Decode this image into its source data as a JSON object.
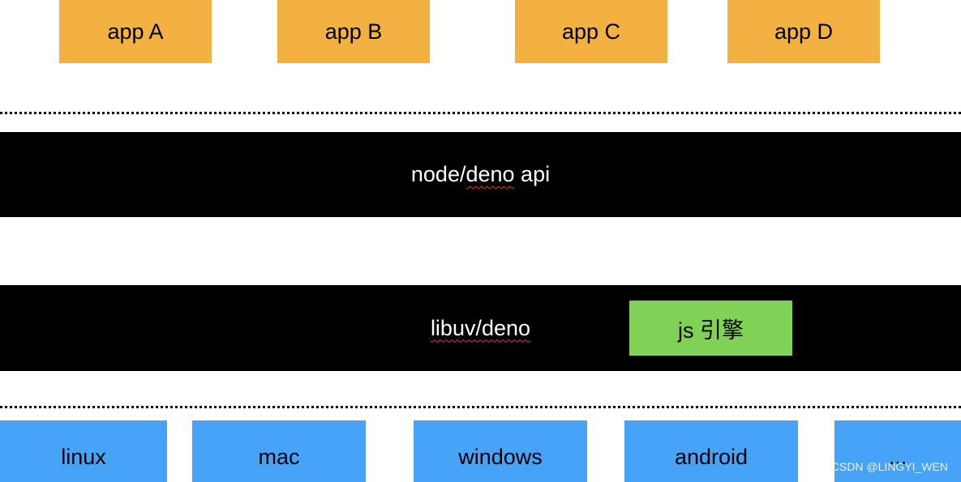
{
  "apps": [
    "app A",
    "app B",
    "app C",
    "app D"
  ],
  "api_layer": {
    "prefix": "node/",
    "word": "deno",
    "suffix": " api"
  },
  "runtime_layer": {
    "prefix": "",
    "word": "libuv/deno",
    "engine": "js 引擎"
  },
  "platforms": [
    "linux",
    "mac",
    "windows",
    "android",
    "..."
  ],
  "watermark": "CSDN @LINGYI_WEN",
  "colors": {
    "app": "#f2b141",
    "layer": "#000000",
    "engine": "#7fd255",
    "platform": "#46a3f7"
  }
}
